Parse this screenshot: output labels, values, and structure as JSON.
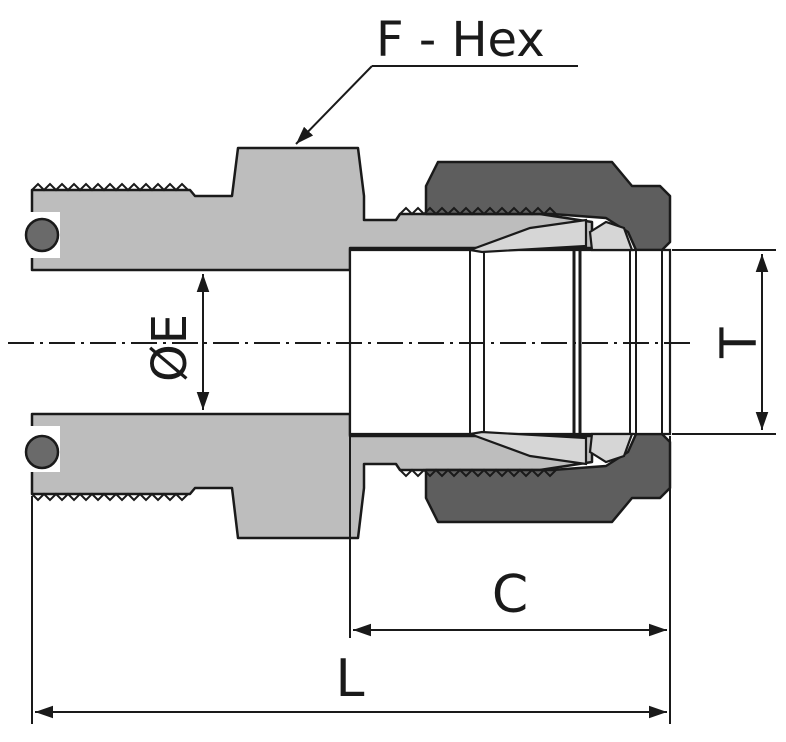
{
  "labels": {
    "hex": "F - Hex",
    "bore": "ØE",
    "tube_od": "T",
    "dim_c": "C",
    "dim_l": "L"
  },
  "colors": {
    "body": "#bdbdbd",
    "nut": "#5e5e5e",
    "ferrule": "#d6d6d6",
    "line": "#1a1a1a"
  }
}
